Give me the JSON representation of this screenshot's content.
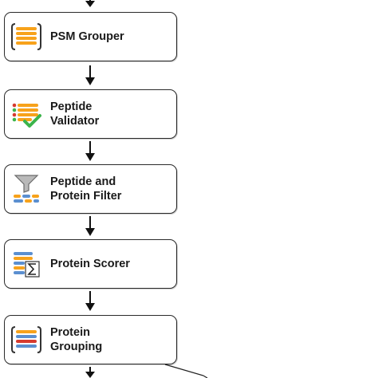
{
  "nodes": [
    {
      "id": "psm-grouper",
      "lines": [
        "PSM Grouper"
      ],
      "icon": "list-icon"
    },
    {
      "id": "peptide-validator",
      "lines": [
        "Peptide",
        "Validator"
      ],
      "icon": "validated-list-icon"
    },
    {
      "id": "peptide-protein-filter",
      "lines": [
        "Peptide and",
        "Protein Filter"
      ],
      "icon": "funnel-icon"
    },
    {
      "id": "protein-scorer",
      "lines": [
        "Protein Scorer"
      ],
      "icon": "sum-icon"
    },
    {
      "id": "protein-grouping",
      "lines": [
        "Protein",
        "Grouping"
      ],
      "icon": "grouped-list-icon"
    }
  ],
  "colors": {
    "border": "#2b2b2b",
    "orange": "#f7a21b",
    "blue": "#5b8fd0",
    "red": "#d63a2f",
    "green": "#3cb44b",
    "gray": "#9a9a9a"
  }
}
